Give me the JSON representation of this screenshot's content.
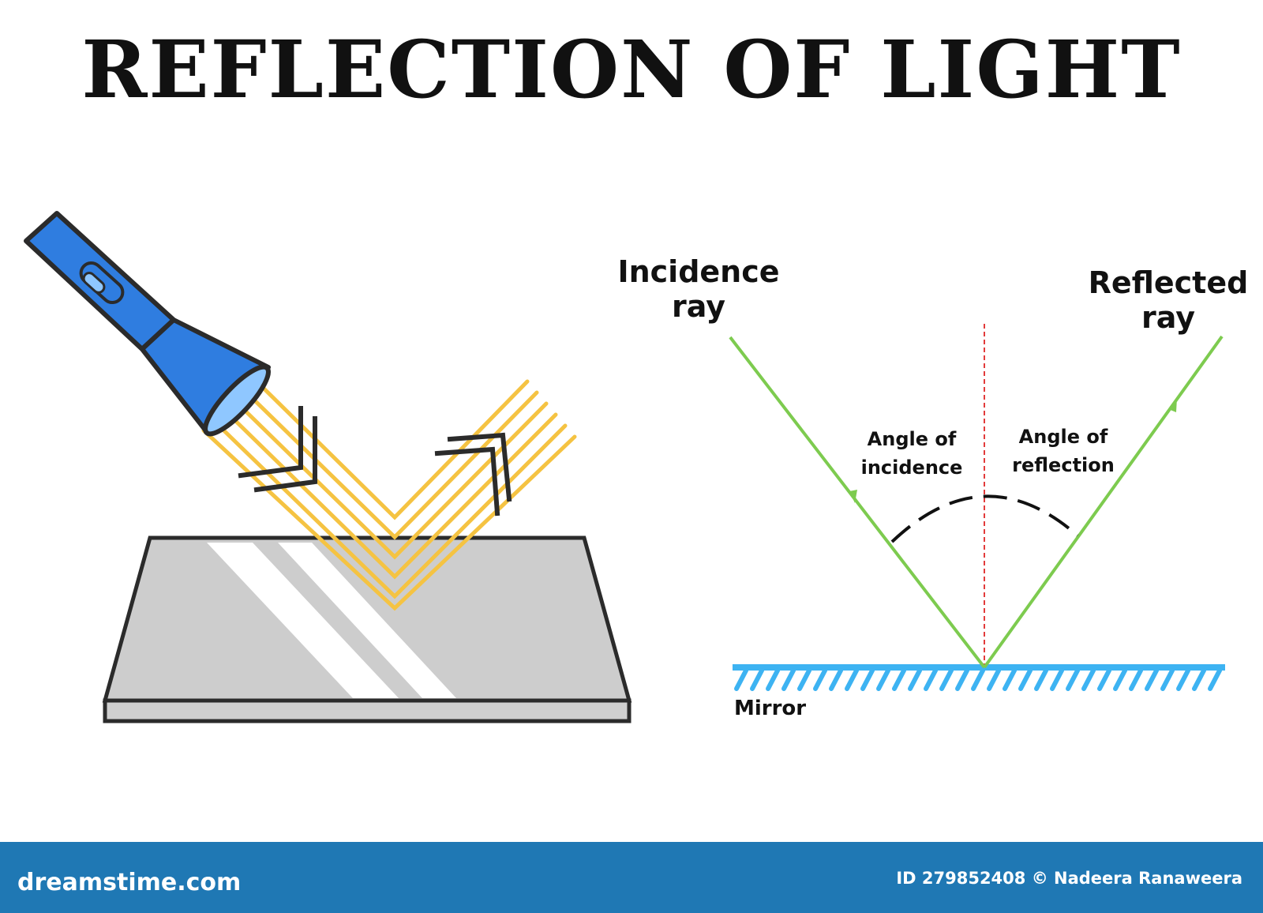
{
  "title": "REFLECTION OF LIGHT",
  "labels": {
    "incidence_ray": "Incidence\nray",
    "reflected_ray": "Reflected\nray",
    "angle_of_incidence": "Angle of\nincidence",
    "angle_of_reflection": "Angle of\nreflection",
    "mirror": "Mirror"
  },
  "footer": {
    "brand": "dreamstime.com",
    "credit": "ID 279852408 © Nadeera Ranaweera"
  },
  "colors": {
    "ray": "#7dcb4f",
    "normal": "#e23b3b",
    "mirror": "#3db3f2",
    "beam": "#f5c342",
    "flashlight": "#2f7de0",
    "footer": "#1f78b4"
  }
}
